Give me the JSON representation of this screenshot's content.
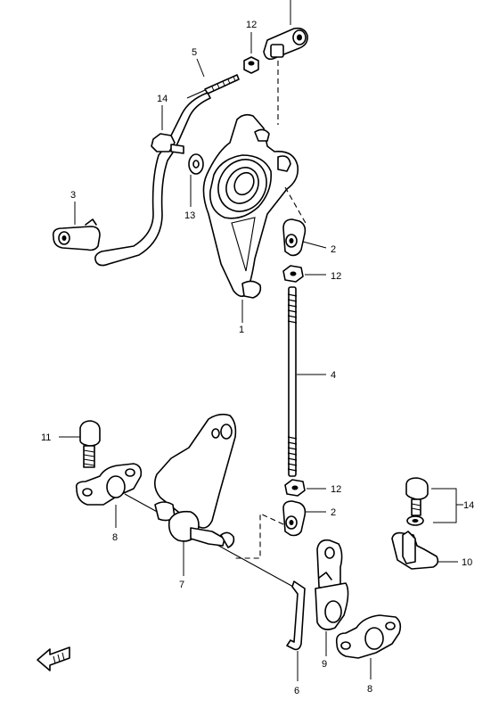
{
  "diagram": {
    "callouts": {
      "c12_top": "12",
      "c5": "5",
      "c14_left": "14",
      "c3": "3",
      "c13": "13",
      "c2_upper": "2",
      "c12_mid": "12",
      "c1": "1",
      "c4": "4",
      "c11": "11",
      "c12_lower": "12",
      "c2_lower": "2",
      "c14_right": "14",
      "c8_left": "8",
      "c10": "10",
      "c7": "7",
      "c9": "9",
      "c6": "6",
      "c8_right": "8"
    },
    "parts": [
      "bracket-assembly",
      "link-rod-upper",
      "rod-end-upper",
      "rod-end-lower",
      "nut",
      "bolt",
      "washer",
      "clamp",
      "lever",
      "link-rod-lower",
      "plate"
    ]
  }
}
